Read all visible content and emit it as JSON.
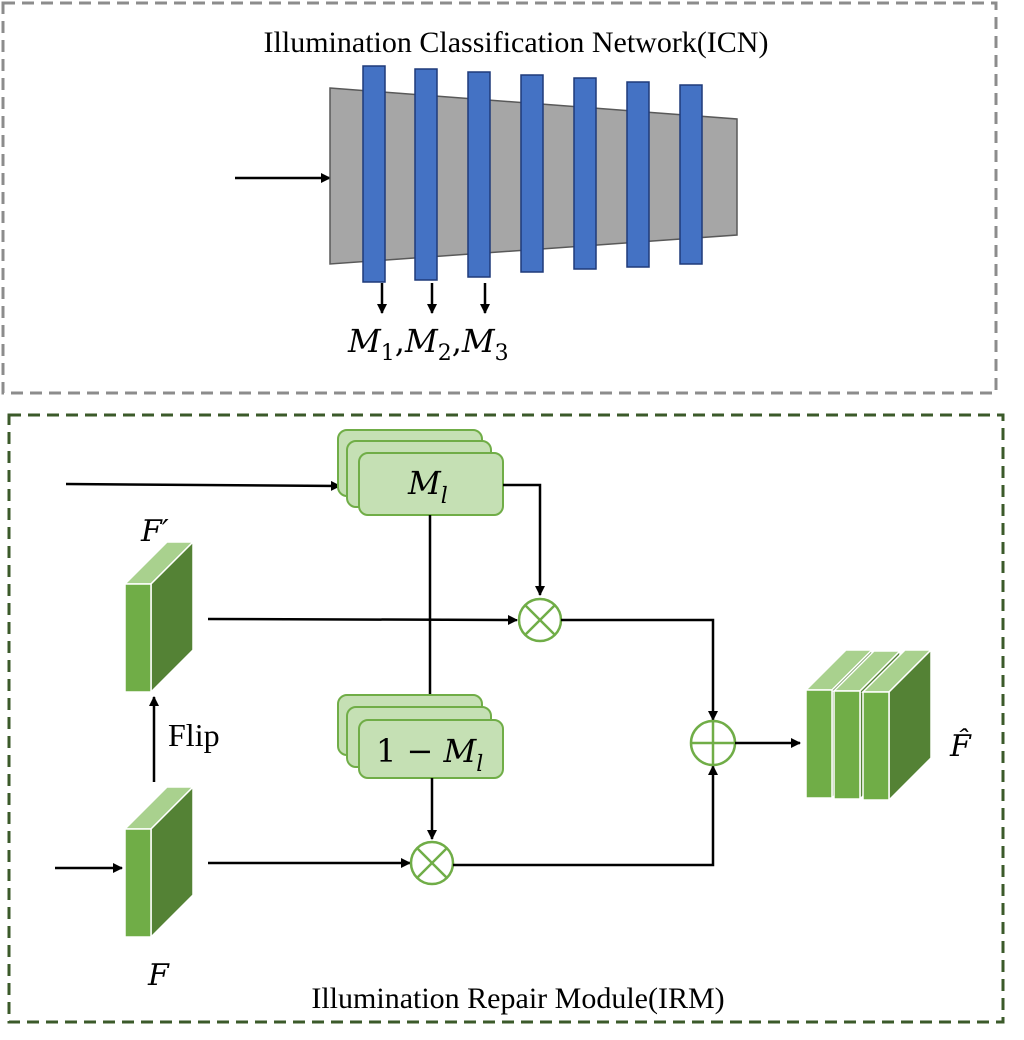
{
  "icn": {
    "title": "Illumination Classification Network(ICN)",
    "outputs": {
      "m1": "M",
      "s1": "1",
      "m2": "M",
      "s2": "2",
      "m3": "M",
      "s3": "3",
      "sep": ","
    }
  },
  "irm": {
    "title": "Illumination Repair Module(IRM)",
    "mask_label": {
      "base": "M",
      "sub": "l"
    },
    "inv_mask_label": {
      "prefix": "1 − ",
      "base": "M",
      "sub": "l"
    },
    "flip_label": "Flip",
    "f_prime_label": "F′",
    "f_label": "F",
    "f_hat_label": "F̂"
  },
  "colors": {
    "icn_border": "#8c8c8c",
    "irm_border": "#3b5a2a",
    "trapezoid": "#a6a6a6",
    "blue_layer": "#4472c4",
    "blue_layer_border": "#1f3a7a",
    "mask_fill": "#c5e0b4",
    "mask_border": "#70ad47",
    "feature_front": "#70ad47",
    "feature_side": "#548235",
    "feature_top": "#a9d18e",
    "operator": "#70ad47"
  }
}
